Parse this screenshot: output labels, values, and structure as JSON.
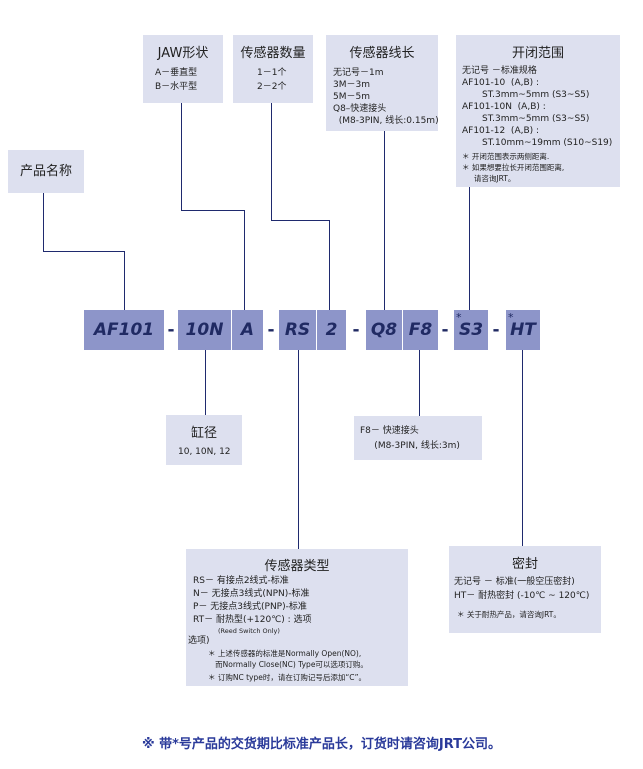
{
  "boxes": {
    "product_name": {
      "title": "产品名称"
    },
    "jaw": {
      "title": "JAW形状",
      "lines": [
        "A－垂直型",
        "B－水平型"
      ]
    },
    "sensor_qty": {
      "title": "传感器数量",
      "lines": [
        "1－1个",
        "2－2个"
      ]
    },
    "cable": {
      "title": "传感器线长",
      "lines": [
        "无记号－1m",
        "3M－3m",
        "5M－5m",
        "Q8–快速接头",
        "  (M8-3PIN, 线长:0.15m)"
      ]
    },
    "open_close": {
      "title": "开闭范围",
      "lines": [
        "无记号 －标准规格",
        "AF101-10  (A,B) :",
        "       ST.3mm~5mm (S3~S5)",
        "AF101-10N  (A,B) :",
        "       ST.3mm~5mm (S3~S5)",
        "AF101-12  (A,B) :",
        "       ST.10mm~19mm (S10~S19)"
      ],
      "notes": [
        "＊ 开闭范围表示两侧距离.",
        "＊ 如果想要拉长开闭范围距离,",
        "     请咨询JRT。"
      ]
    },
    "bore": {
      "title": "缸径",
      "lines": [
        "10, 10N, 12"
      ]
    },
    "f8": {
      "lines": [
        "F8－ 快速接头",
        "     (M8-3PIN, 线长:3m)"
      ]
    },
    "sensor_type": {
      "title": "传感器类型",
      "lines": [
        "RS－ 有接点2线式-标准",
        "N－ 无接点3线式(NPN)-标准",
        "P－ 无接点3线式(PNP)-标准",
        "RT－ 耐热型(+120℃) : 选项"
      ],
      "reed": "(Reed Switch Only)",
      "option": "选项)",
      "notes": [
        "＊ 上述传感器的标准是Normally Open(NO),",
        "   而Normally Close(NC) Type可以选项订购。",
        "＊ 订购NC type时，请在订购记号后添加“C”。"
      ]
    },
    "seal": {
      "title": "密封",
      "lines": [
        "无记号 － 标准(一般空压密封)",
        "HT－ 耐热密封 (-10℃ ~ 120℃)"
      ],
      "notes": [
        "＊ 关于耐热产品，请咨询JRT。"
      ]
    }
  },
  "code": {
    "segments": [
      "AF101",
      "10N",
      "A",
      "RS",
      "2",
      "Q8",
      "F8",
      "S3",
      "HT"
    ],
    "separator": "-",
    "star": "*"
  },
  "footer": "※  带*号产品的交货期比标准产品长，订货时请咨询JRT公司。",
  "colors": {
    "box": "#dde0ef",
    "code": "#8d95c9",
    "line": "#1f2a6e",
    "footer": "#2a3a9a"
  }
}
